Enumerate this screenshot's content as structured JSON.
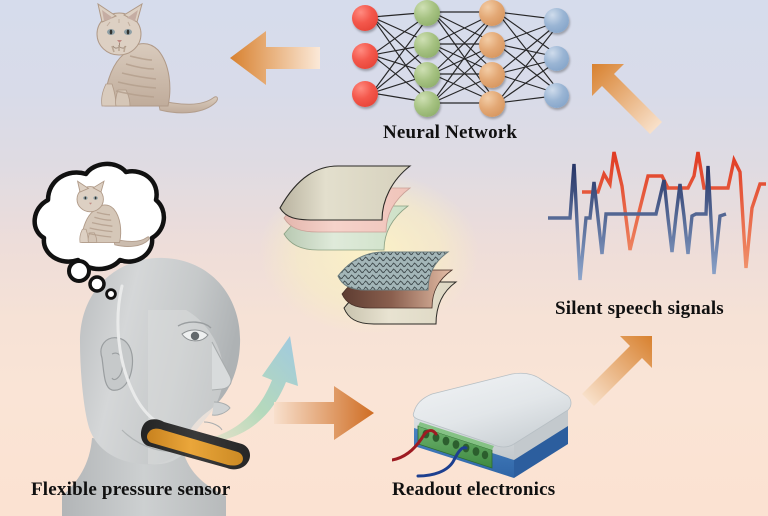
{
  "figure": {
    "title": "Silent speech recognition system concept diagram",
    "background_top_color": "#d6dcec",
    "background_bottom_color": "#fbe2d2"
  },
  "labels": {
    "neural_network": "Neural Network",
    "silent_speech_signals": "Silent speech signals",
    "flexible_pressure_sensor": "Flexible pressure sensor",
    "readout_electronics": "Readout electronics"
  },
  "neural_network": {
    "layers": [
      {
        "name": "input-layer",
        "node_count": 3,
        "color": "#f4584c"
      },
      {
        "name": "hidden-layer-1",
        "node_count": 4,
        "color": "#a6c282"
      },
      {
        "name": "hidden-layer-2",
        "node_count": 4,
        "color": "#e3a875"
      },
      {
        "name": "output-layer",
        "node_count": 3,
        "color": "#9ab5d4"
      }
    ],
    "edge_color": "#1d1d1d"
  },
  "arrows": [
    {
      "name": "arrow-nn-to-cat",
      "direction": "left",
      "color": "#e08a4a"
    },
    {
      "name": "arrow-signals-to-nn",
      "direction": "up-left",
      "color": "#e08a4a"
    },
    {
      "name": "arrow-electronics-to-signals",
      "direction": "up-right",
      "color": "#e08a4a"
    },
    {
      "name": "arrow-sensor-to-electronics",
      "direction": "right",
      "color": "#d4762f"
    },
    {
      "name": "arrow-head-to-layers",
      "direction": "curved-up-right",
      "color": "#9fd0b0"
    }
  ],
  "sensor_stack": {
    "name": "flexible-pressure-sensor-layers",
    "layers": [
      {
        "name": "top-encapsulation",
        "color": "#ddd9c6"
      },
      {
        "name": "pink-electrode",
        "color": "#f2c9c0"
      },
      {
        "name": "green-dielectric",
        "color": "#d9e7d2"
      },
      {
        "name": "textured-active",
        "color": "#9fb2b4"
      },
      {
        "name": "copper-electrode",
        "color": "#7b5246"
      },
      {
        "name": "bottom-substrate",
        "color": "#e2ddcb"
      }
    ],
    "glow_color": "#f7eec2"
  },
  "readout_device": {
    "name": "readout-electronics-box",
    "case_top_color": "#e9ecef",
    "case_side_color": "#3f7cbf",
    "terminal_block_color": "#4f9c4f",
    "wires": [
      {
        "name": "red-wire",
        "color": "#9e1b22"
      },
      {
        "name": "blue-wire",
        "color": "#1d3f8f"
      }
    ]
  },
  "waveforms": [
    {
      "name": "red-speech-trace",
      "color": "#e0402b"
    },
    {
      "name": "blue-speech-trace",
      "color": "#2c3f7c"
    }
  ],
  "head": {
    "name": "mannequin-head",
    "skin_color": "#cfd1d2",
    "band_black_color": "#2e2e2e",
    "band_orange_color": "#e09a2e",
    "wire_color": "#e3e4e5"
  },
  "thought_bubble": {
    "name": "thought-bubble",
    "fill": "#ffffff",
    "stroke": "#111111",
    "bubble_count": 3
  },
  "cats": [
    {
      "name": "cat-illustration-top",
      "fur_color": "#cbb9a8"
    },
    {
      "name": "cat-illustration-thought",
      "fur_color": "#cbb9a8"
    }
  ]
}
